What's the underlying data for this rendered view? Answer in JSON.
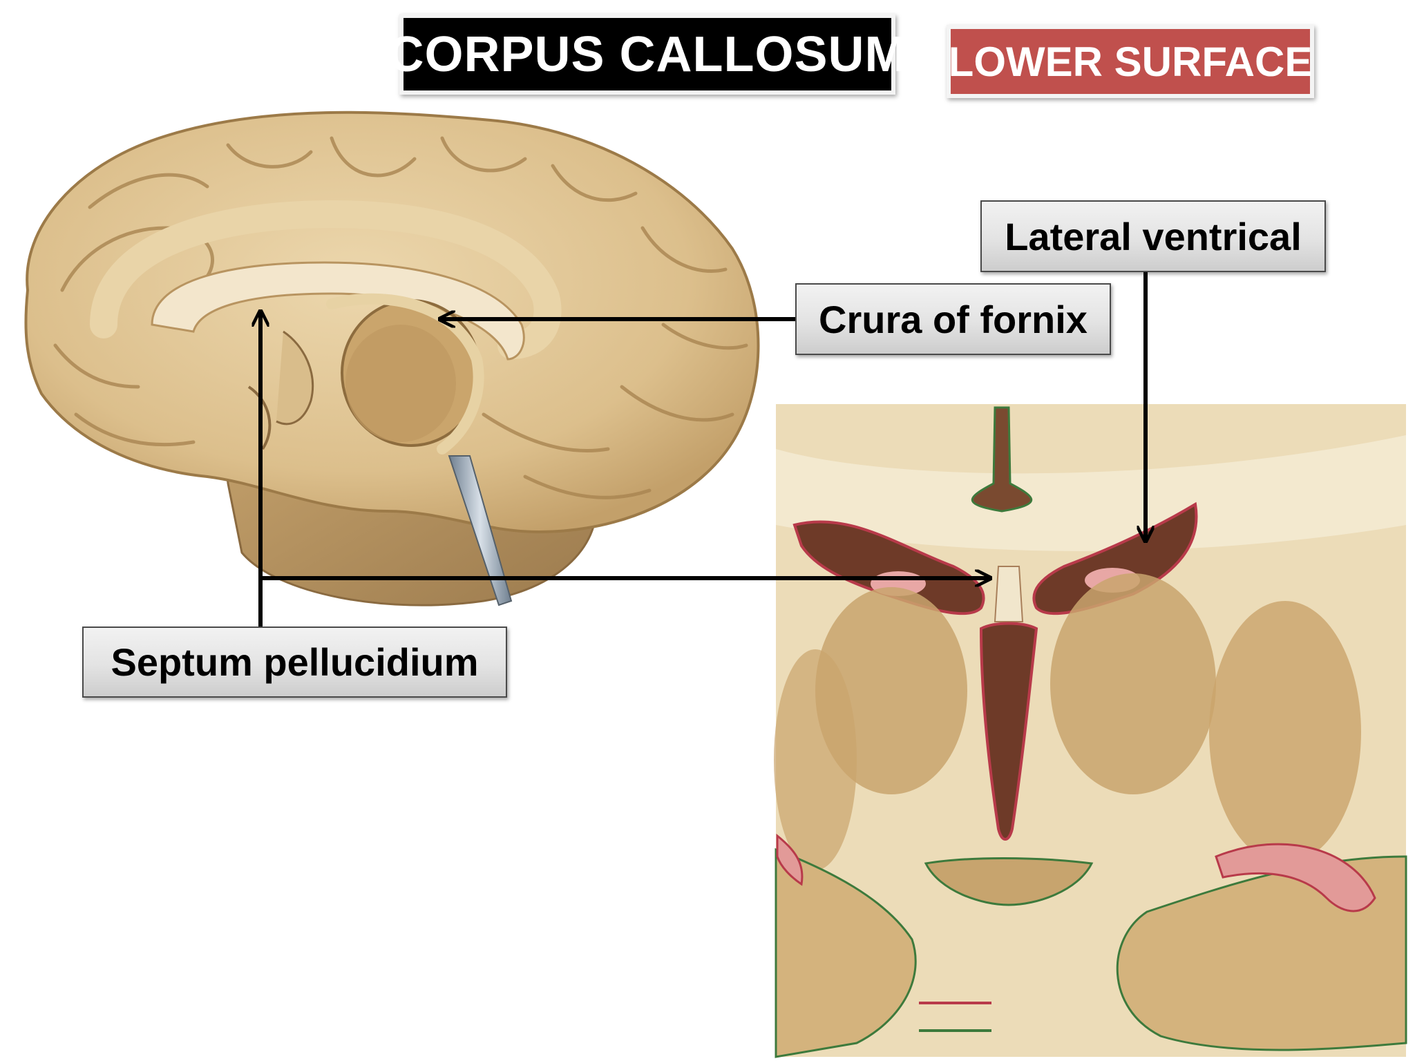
{
  "slide": {
    "title": "CORPUS CALLOSUM",
    "subtitle": "LOWER SURFACE",
    "colors": {
      "title_bg": "#000000",
      "subtitle_bg": "#c0504d",
      "label_text": "#000000",
      "arrow": "#000000"
    }
  },
  "labels": {
    "lateral_ventrical": "Lateral ventrical",
    "crura_of_fornix": "Crura of fornix",
    "septum_pellucidium": "Septum pellucidium"
  },
  "illustrations": {
    "left": "medial-brain-sagittal-illustration",
    "right": "coronal-brain-section-illustration"
  }
}
